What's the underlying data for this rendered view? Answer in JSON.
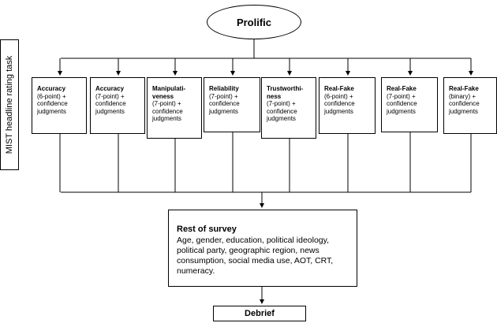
{
  "top_node": "Prolific",
  "side_label": "MIST headline rating task",
  "conditions": [
    {
      "title": "Accuracy",
      "desc": "(6-point) + confidence judgments"
    },
    {
      "title": "Accuracy",
      "desc": "(7-point) + confidence judgments"
    },
    {
      "title": "Manipulati-veness",
      "desc": "(7-point) + confidence judgments"
    },
    {
      "title": "Reliability",
      "desc": "(7-point) + confidence judgments"
    },
    {
      "title": "Trustworthi-ness",
      "desc": "(7-point) + confidence judgments"
    },
    {
      "title": "Real-Fake",
      "desc": "(6-point) + confidence judgments"
    },
    {
      "title": "Real-Fake",
      "desc": "(7-point) + confidence judgments"
    },
    {
      "title": "Real-Fake",
      "desc": "(binary) + confidence judgments"
    }
  ],
  "survey": {
    "title": "Rest of survey",
    "body": "Age, gender, education, political ideology, political party, geographic region, news consumption, social media use, AOT, CRT, numeracy."
  },
  "end_node": "Debrief"
}
